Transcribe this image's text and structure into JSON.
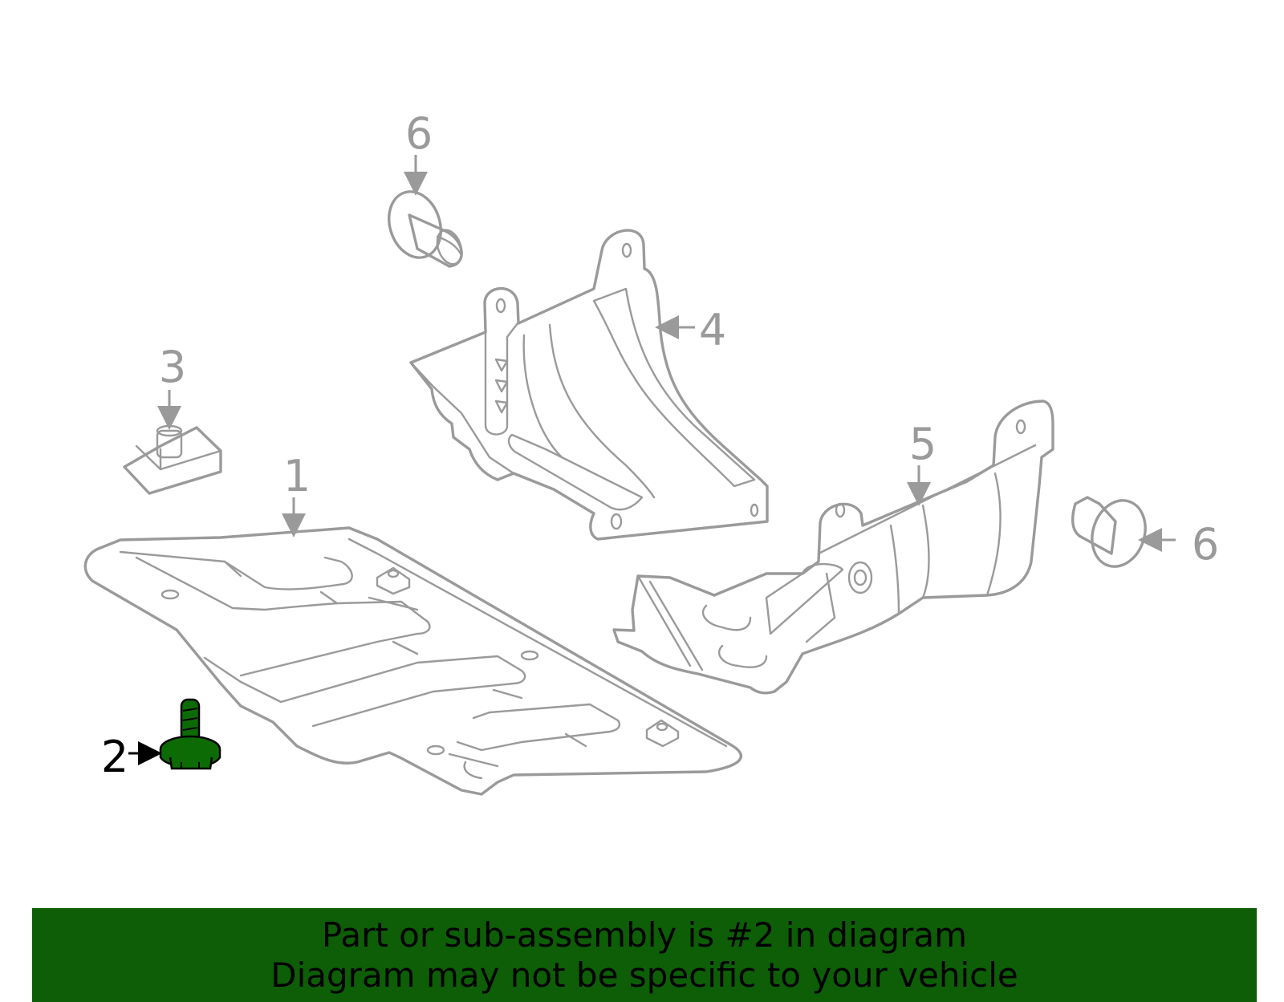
{
  "callouts": {
    "part1": "1",
    "part2": "2",
    "part3": "3",
    "part4": "4",
    "part5": "5",
    "part6_top": "6",
    "part6_right": "6"
  },
  "highlight_color": "#0d6b06",
  "banner": {
    "line1": "Part or sub-assembly is #2 in diagram",
    "line2": "Diagram may not be specific to your vehicle",
    "background": "#0d5e06"
  }
}
